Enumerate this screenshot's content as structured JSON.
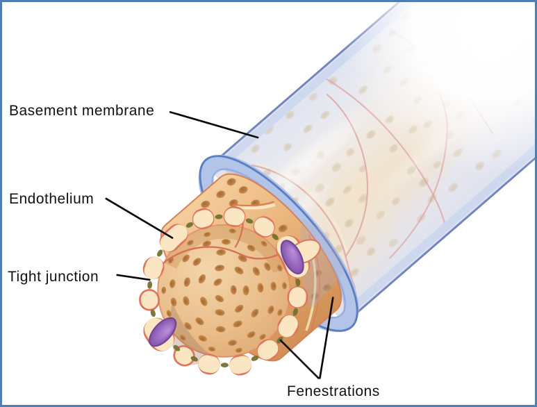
{
  "labels": {
    "basement_membrane": "Basement membrane",
    "endothelium": "Endothelium",
    "tight_junction": "Tight junction",
    "fenestrations": "Fenestrations"
  },
  "palette": {
    "frame_border": "#4d7fb2",
    "background": "#ffffff",
    "label_text": "#111111",
    "leader_line": "#0a0a0a",
    "membrane_edge_dark": "#7186bd",
    "membrane_ring_edge": "#5d7fc2",
    "membrane_band_light": "#b3c4e9",
    "membrane_edge_band": "#cdd8f0",
    "membrane_body_light": "#eeeef4",
    "membrane_dot": "#cfba98",
    "cell_line_pink": "#dfa3a3",
    "endothelium_light": "#f5cd9c",
    "endothelium_mid": "#e9b47a",
    "endothelium_dark": "#d08f55",
    "hole_dark": "#a5692f",
    "hole_mid": "#bd8145",
    "cell_cream": "#fae6c2",
    "cell_outline_salmon": "#e0745c",
    "junction_olive": "#74722e",
    "nucleus_purple": "#9f6fc6",
    "nucleus_outline": "#6f4796",
    "lumen_light": "#f3d6aa",
    "lumen_dark": "#dda26c",
    "lumen_line_red": "#d96f55",
    "highlight_cream": "#fbe9c4",
    "glow_warm": "#f8ddac"
  }
}
